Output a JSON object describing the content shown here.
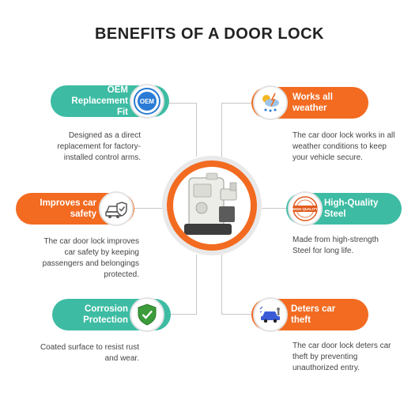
{
  "title": "BENEFITS OF A DOOR LOCK",
  "benefits": [
    {
      "label_line1": "OEM",
      "label_line2": "Replacement Fit",
      "badge_text": "OEM",
      "description": [
        "Designed as a direct",
        "replacement for factory-",
        "installed control arms."
      ],
      "icon": "oem-badge-icon"
    },
    {
      "label_line1": "Works all",
      "label_line2": "weather",
      "description": [
        "The car door lock works in all",
        "weather conditions to keep",
        "your vehicle secure."
      ],
      "icon": "weather-icon"
    },
    {
      "label_line1": "Improves car",
      "label_line2": "safety",
      "description": [
        "The car door lock improves",
        "car safety by keeping",
        "passengers and belongings",
        "protected."
      ],
      "icon": "car-shield-icon"
    },
    {
      "label_line1": "High-Quality",
      "label_line2": "Steel",
      "badge_text": "HIGH QUALITY",
      "description": [
        "Made from high-strength",
        "Steel for long life."
      ],
      "icon": "high-quality-stamp-icon"
    },
    {
      "label_line1": "Corrosion",
      "label_line2": "Protection",
      "description": [
        "Coated surface to resist rust",
        "and wear."
      ],
      "icon": "shield-check-icon"
    },
    {
      "label_line1": "Deters car",
      "label_line2": "theft",
      "description": [
        "The car door lock deters car",
        "theft by preventing",
        "unauthorized entry."
      ],
      "icon": "car-theft-icon"
    }
  ],
  "colors": {
    "teal": "#3dbca3",
    "orange": "#f26b21",
    "title": "#222222"
  }
}
